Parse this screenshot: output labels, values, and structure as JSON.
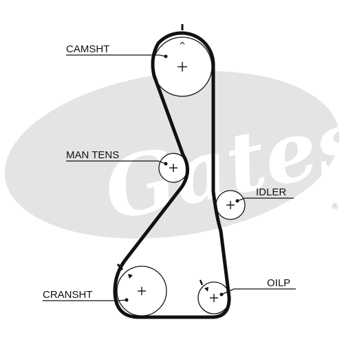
{
  "labels": {
    "camshaft": "CAMSHT",
    "man_tensioner": "MAN TENS",
    "idler": "IDLER",
    "crankshaft": "CRANSHT",
    "oil_pump": "OILP"
  },
  "markers": {
    "camshaft_mark": "^"
  },
  "watermark": {
    "text": "Gates",
    "registered": "®"
  },
  "colors": {
    "line": "#111111",
    "watermark": "#e4e4e4",
    "background": "#ffffff"
  }
}
